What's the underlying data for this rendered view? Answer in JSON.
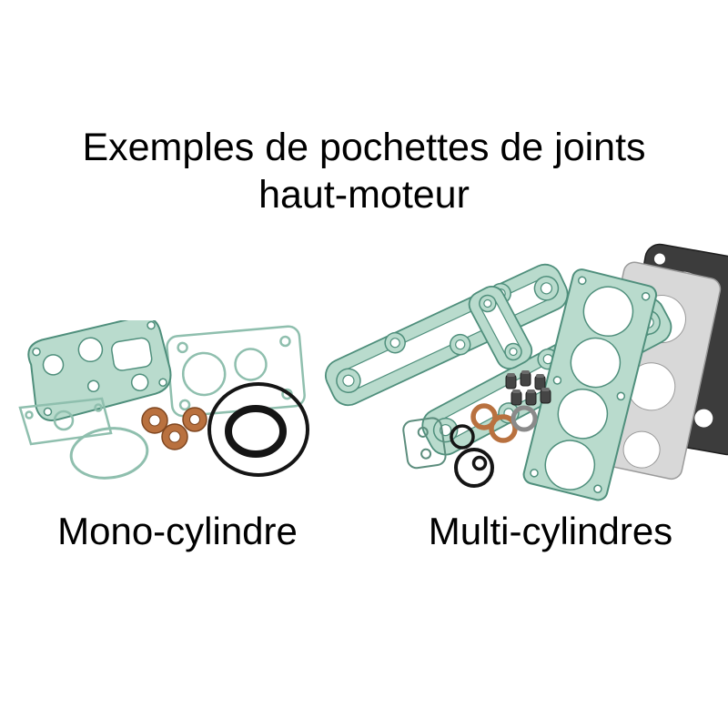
{
  "page": {
    "title": {
      "line1": "Exemples de pochettes de joints",
      "line2": "haut-moteur"
    },
    "groups": [
      {
        "id": "mono",
        "label": "Mono-cylindre"
      },
      {
        "id": "multi",
        "label": "Multi-cylindres"
      }
    ],
    "colors": {
      "page_bg": "#ffffff",
      "teal": "#8fbfae",
      "teal_fill": "#b9dbcd",
      "teal_dark": "#4f8f7c",
      "copper": "#b9713f",
      "copper_dark": "#7e4620",
      "black": "#151515",
      "dark_gasket": "#3c3c3c",
      "gray_gasket": "#d8d8d8",
      "text": "#000000"
    }
  }
}
